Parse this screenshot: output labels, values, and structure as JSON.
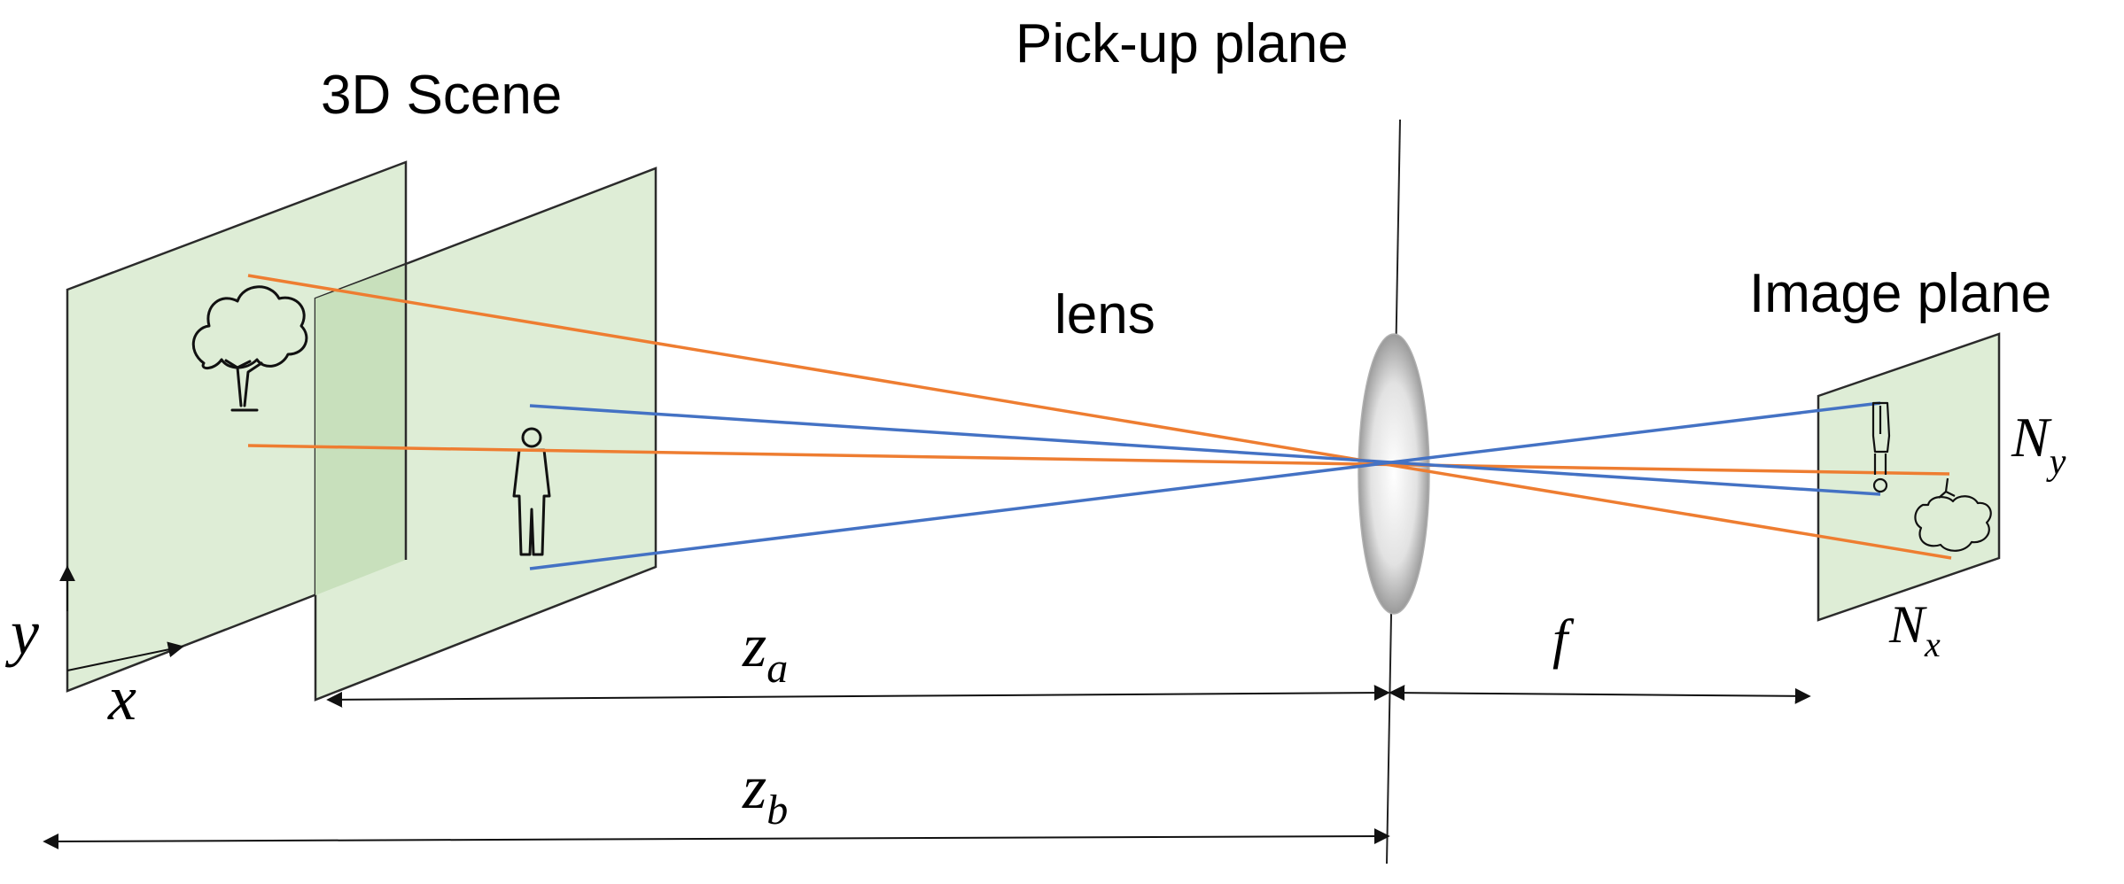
{
  "labels": {
    "scene": "3D Scene",
    "pickup": "Pick-up plane",
    "lens": "lens",
    "image_plane": "Image plane"
  },
  "math": {
    "za_main": "z",
    "za_sub": "a",
    "zb_main": "z",
    "zb_sub": "b",
    "f": "f",
    "ny_main": "N",
    "ny_sub": "y",
    "nx_main": "N",
    "nx_sub": "x",
    "x_axis": "x",
    "y_axis": "y"
  },
  "icons": {
    "far_plane_object": "tree-icon",
    "near_plane_object": "person-icon",
    "image_tree": "inverted-tree-icon",
    "image_person": "inverted-person-icon"
  },
  "colors": {
    "plane_fill": "#deedd6",
    "plane_overlap": "#c8e0bc",
    "ray_orange": "#ee7d31",
    "ray_blue": "#4472c4"
  }
}
